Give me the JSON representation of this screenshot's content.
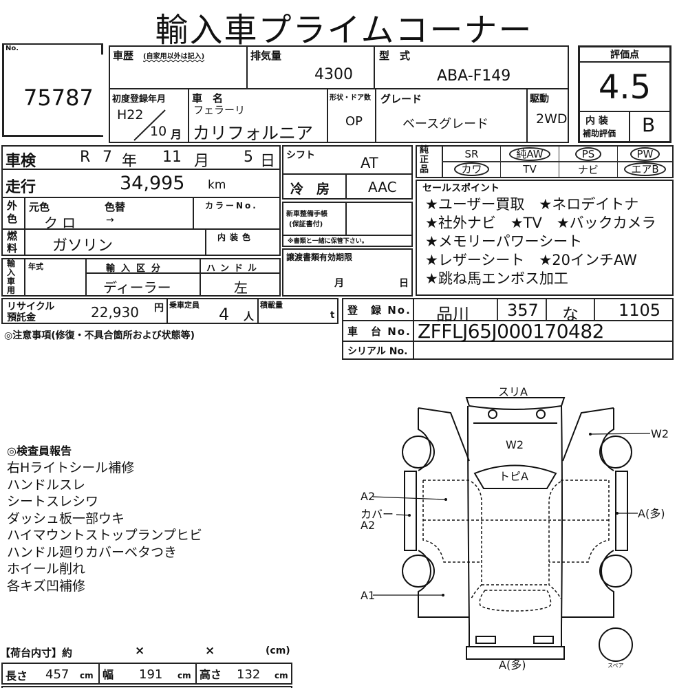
{
  "title": "輸入車プライムコーナー",
  "lot": {
    "label": "No.",
    "number": "75787"
  },
  "history": {
    "label": "車歴",
    "note": "(自家用以外は記入)",
    "value": ""
  },
  "displacement": {
    "label": "排気量",
    "value": "4300"
  },
  "model_code": {
    "label": "型　式",
    "value": "ABA-F149"
  },
  "first_reg": {
    "label": "初度登録年月",
    "year": "H22",
    "month": "10",
    "month_unit": "月"
  },
  "car_name": {
    "label": "車　名",
    "maker": "フェラーリ",
    "name": "カリフォルニア"
  },
  "doors": {
    "label": "形状・ドア数",
    "value": "OP"
  },
  "grade": {
    "label": "グレード",
    "value": "ベースグレード"
  },
  "drive": {
    "label": "駆動",
    "value": "2WD"
  },
  "score": {
    "label": "評価点",
    "value": "4.5",
    "interior_label1": "内 装",
    "interior_label2": "補助評価",
    "interior": "B"
  },
  "inspection": {
    "label": "車検",
    "era": "R",
    "year": "7",
    "year_unit": "年",
    "month": "11",
    "month_unit": "月",
    "day": "5",
    "day_unit": "日"
  },
  "mileage": {
    "label": "走行",
    "value": "34,995",
    "unit": "km"
  },
  "exterior": {
    "label": "外色",
    "orig_label": "元色",
    "orig": "クロ",
    "change_label": "色替",
    "change": "→",
    "colorno_label": "カラーNo."
  },
  "fuel": {
    "label": "燃料",
    "value": "ガソリン",
    "interior_color_label": "内装色"
  },
  "import": {
    "label": "輸入車用",
    "year_label": "年式",
    "type_label": "輸入区分",
    "type": "ディーラー",
    "handle_label": "ハンドル",
    "handle": "左"
  },
  "shift": {
    "label": "シフト",
    "value": "AT"
  },
  "ac": {
    "label": "冷　房",
    "value": "AAC"
  },
  "maintenance": {
    "label1": "新車整備手帳",
    "label2": "(保証書付)",
    "note": "※書類と一緒に保管下さい。"
  },
  "transfer": {
    "label": "譲渡書類有効期限",
    "month": "月",
    "day": "日"
  },
  "recycle": {
    "label1": "リサイクル",
    "label2": "預託金",
    "value": "22,930",
    "unit": "円"
  },
  "capacity": {
    "label": "乗車定員",
    "value": "4",
    "unit": "人"
  },
  "load": {
    "label": "積載量",
    "unit": "t"
  },
  "notes_label": "◎注意事項(修復・不具合箇所および状態等)",
  "options": {
    "label": "純正品",
    "items": [
      {
        "text": "SR",
        "circled": false
      },
      {
        "text": "純AW",
        "circled": true
      },
      {
        "text": "PS",
        "circled": true
      },
      {
        "text": "PW",
        "circled": true
      },
      {
        "text": "カワ",
        "circled": true
      },
      {
        "text": "TV",
        "circled": false
      },
      {
        "text": "ナビ",
        "circled": false
      },
      {
        "text": "エアB",
        "circled": true
      }
    ]
  },
  "sales_points": {
    "label": "セールスポイント",
    "lines": [
      "★ユーザー買取　★ネロデイトナ",
      "★社外ナビ　★TV　★バックカメラ",
      "★メモリーパワーシート",
      "★レザーシート　★20インチAW",
      "★跳ね馬エンボス加工"
    ]
  },
  "registration": {
    "reg_label": "登　録 No.",
    "area": "品川",
    "class": "357",
    "kana": "な",
    "number": "1105",
    "chassis_label": "車　台 No.",
    "chassis": "ZFFLJ65J000170482",
    "serial_label": "シリアル No.",
    "serial": ""
  },
  "report": {
    "label": "◎検査員報告",
    "lines": [
      "右Hライトシール補修",
      "ハンドルスレ",
      "シートスレシワ",
      "ダッシュ板一部ウキ",
      "ハイマウントストップランプヒビ",
      "ハンドル廻りカバーベタつき",
      "ホイール削れ",
      "各キズ凹補修"
    ]
  },
  "cargo": {
    "label": "【荷台内寸】約",
    "x1": "×",
    "x2": "×",
    "unit_label": "(cm)"
  },
  "dimensions": {
    "length_label": "長さ",
    "length": "457",
    "width_label": "幅",
    "width": "191",
    "height_label": "高さ",
    "height": "132",
    "unit": "cm"
  },
  "diagram": {
    "rear": "スリA",
    "roof": "W2",
    "windshield": "トピA",
    "left_front_door": "A2",
    "left_skirt1": "カバー",
    "left_skirt2": "A2",
    "left_fender": "A1",
    "right_door": "W2",
    "right_skirt": "A(多)",
    "front": "A(多)",
    "spare": "スペア"
  }
}
